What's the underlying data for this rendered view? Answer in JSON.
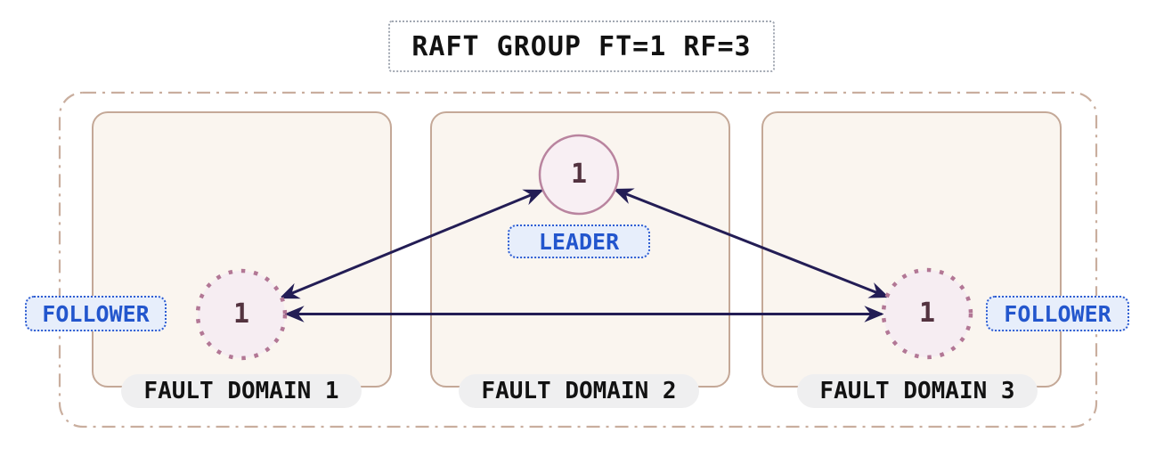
{
  "title": "RAFT GROUP FT=1 RF=3",
  "fault_domains": [
    {
      "label": "FAULT DOMAIN 1"
    },
    {
      "label": "FAULT DOMAIN 2"
    },
    {
      "label": "FAULT DOMAIN 3"
    }
  ],
  "nodes": {
    "leader": {
      "replica_id": "1",
      "role": "LEADER"
    },
    "follower_left": {
      "replica_id": "1",
      "role": "FOLLOWER"
    },
    "follower_right": {
      "replica_id": "1",
      "role": "FOLLOWER"
    }
  },
  "connections": [
    {
      "from": "follower_left",
      "to": "leader",
      "bidirectional": true
    },
    {
      "from": "follower_right",
      "to": "leader",
      "bidirectional": true
    },
    {
      "from": "follower_left",
      "to": "follower_right",
      "bidirectional": true
    }
  ],
  "colors": {
    "arrow": "#231d55",
    "leader_circle_stroke": "#b9849f",
    "follower_circle_stroke": "#b27795",
    "circle_fill": "#f8eff3",
    "replica_number": "#53323f",
    "role_tag_bg": "#e7eefb",
    "role_tag_border": "#2f5ed2",
    "role_tag_text": "#2356cd",
    "fault_domain_border": "#c4a897",
    "fault_domain_fill": "#faf5ef",
    "outer_container_border": "#c9ae9e",
    "domain_pill_bg": "#efeff0",
    "title_border": "#a2a8b2",
    "text": "#121212"
  }
}
